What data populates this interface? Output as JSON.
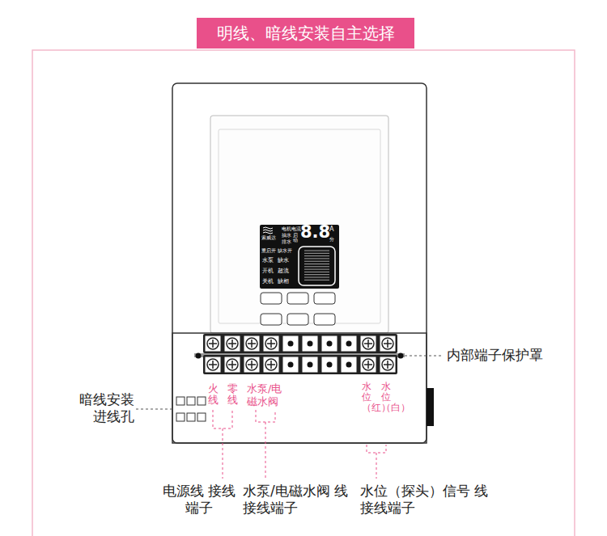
{
  "diagram": {
    "title": "明线、暗线安装自主选择",
    "nodes": [
      {
        "text": [
          "索威达",
          "电机电流",
          "抽水",
          "排水",
          "启动",
          "8.8",
          "A",
          "分",
          "重启开",
          "缺水开",
          "水泵",
          "缺水",
          "开机",
          "超流",
          "关机",
          "缺相"
        ]
      }
    ],
    "labels": [
      "暗线安装 进线孔",
      "内部端子保护罩",
      "火线",
      "零线",
      "水泵/电磁水阀",
      "水位（红）",
      "水位（白）",
      "电源线 接线端子",
      "水泵/电磁水阀 线接线端子",
      "水位（探头）信号 线接线端子"
    ]
  }
}
